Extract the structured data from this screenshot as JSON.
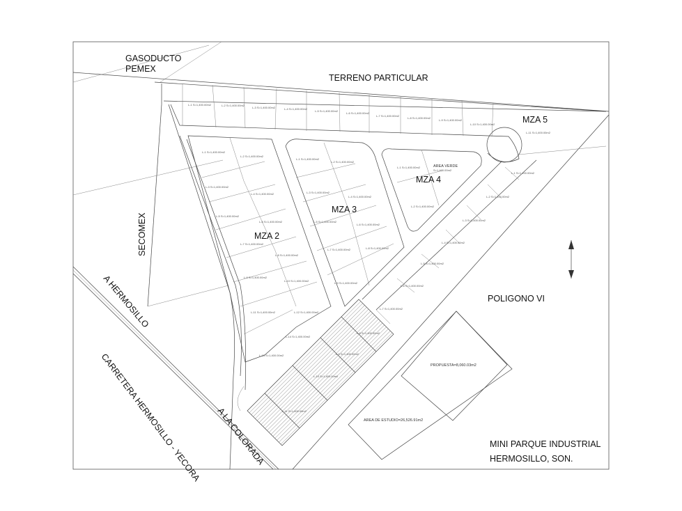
{
  "labels": {
    "gasoducto_1": "GASODUCTO",
    "gasoducto_2": "PEMEX",
    "terreno": "TERRENO PARTICULAR",
    "secomex": "SECOMEX",
    "a_hermosillo": "A HERMOSILLO",
    "carretera": "CARRETERA HERMOSILLO - YECORA",
    "a_la_colorada": "A LA COLORADA",
    "poligono": "POLIGONO VI",
    "title_1": "MINI PARQUE INDUSTRIAL",
    "title_2": "HERMOSILLO, SON."
  },
  "blocks": {
    "mza2": "MZA 2",
    "mza3": "MZA 3",
    "mza4": "MZA 4",
    "mza5": "MZA 5"
  },
  "areas": {
    "area_verde": "AREA VERDE",
    "propuesta": "PROPUESTA=8,060.03m2",
    "estudio": "AREA DE ESTUDIO=26,526.91m2"
  },
  "colors": {
    "line": "#444444",
    "text": "#111111",
    "background": "#ffffff"
  }
}
